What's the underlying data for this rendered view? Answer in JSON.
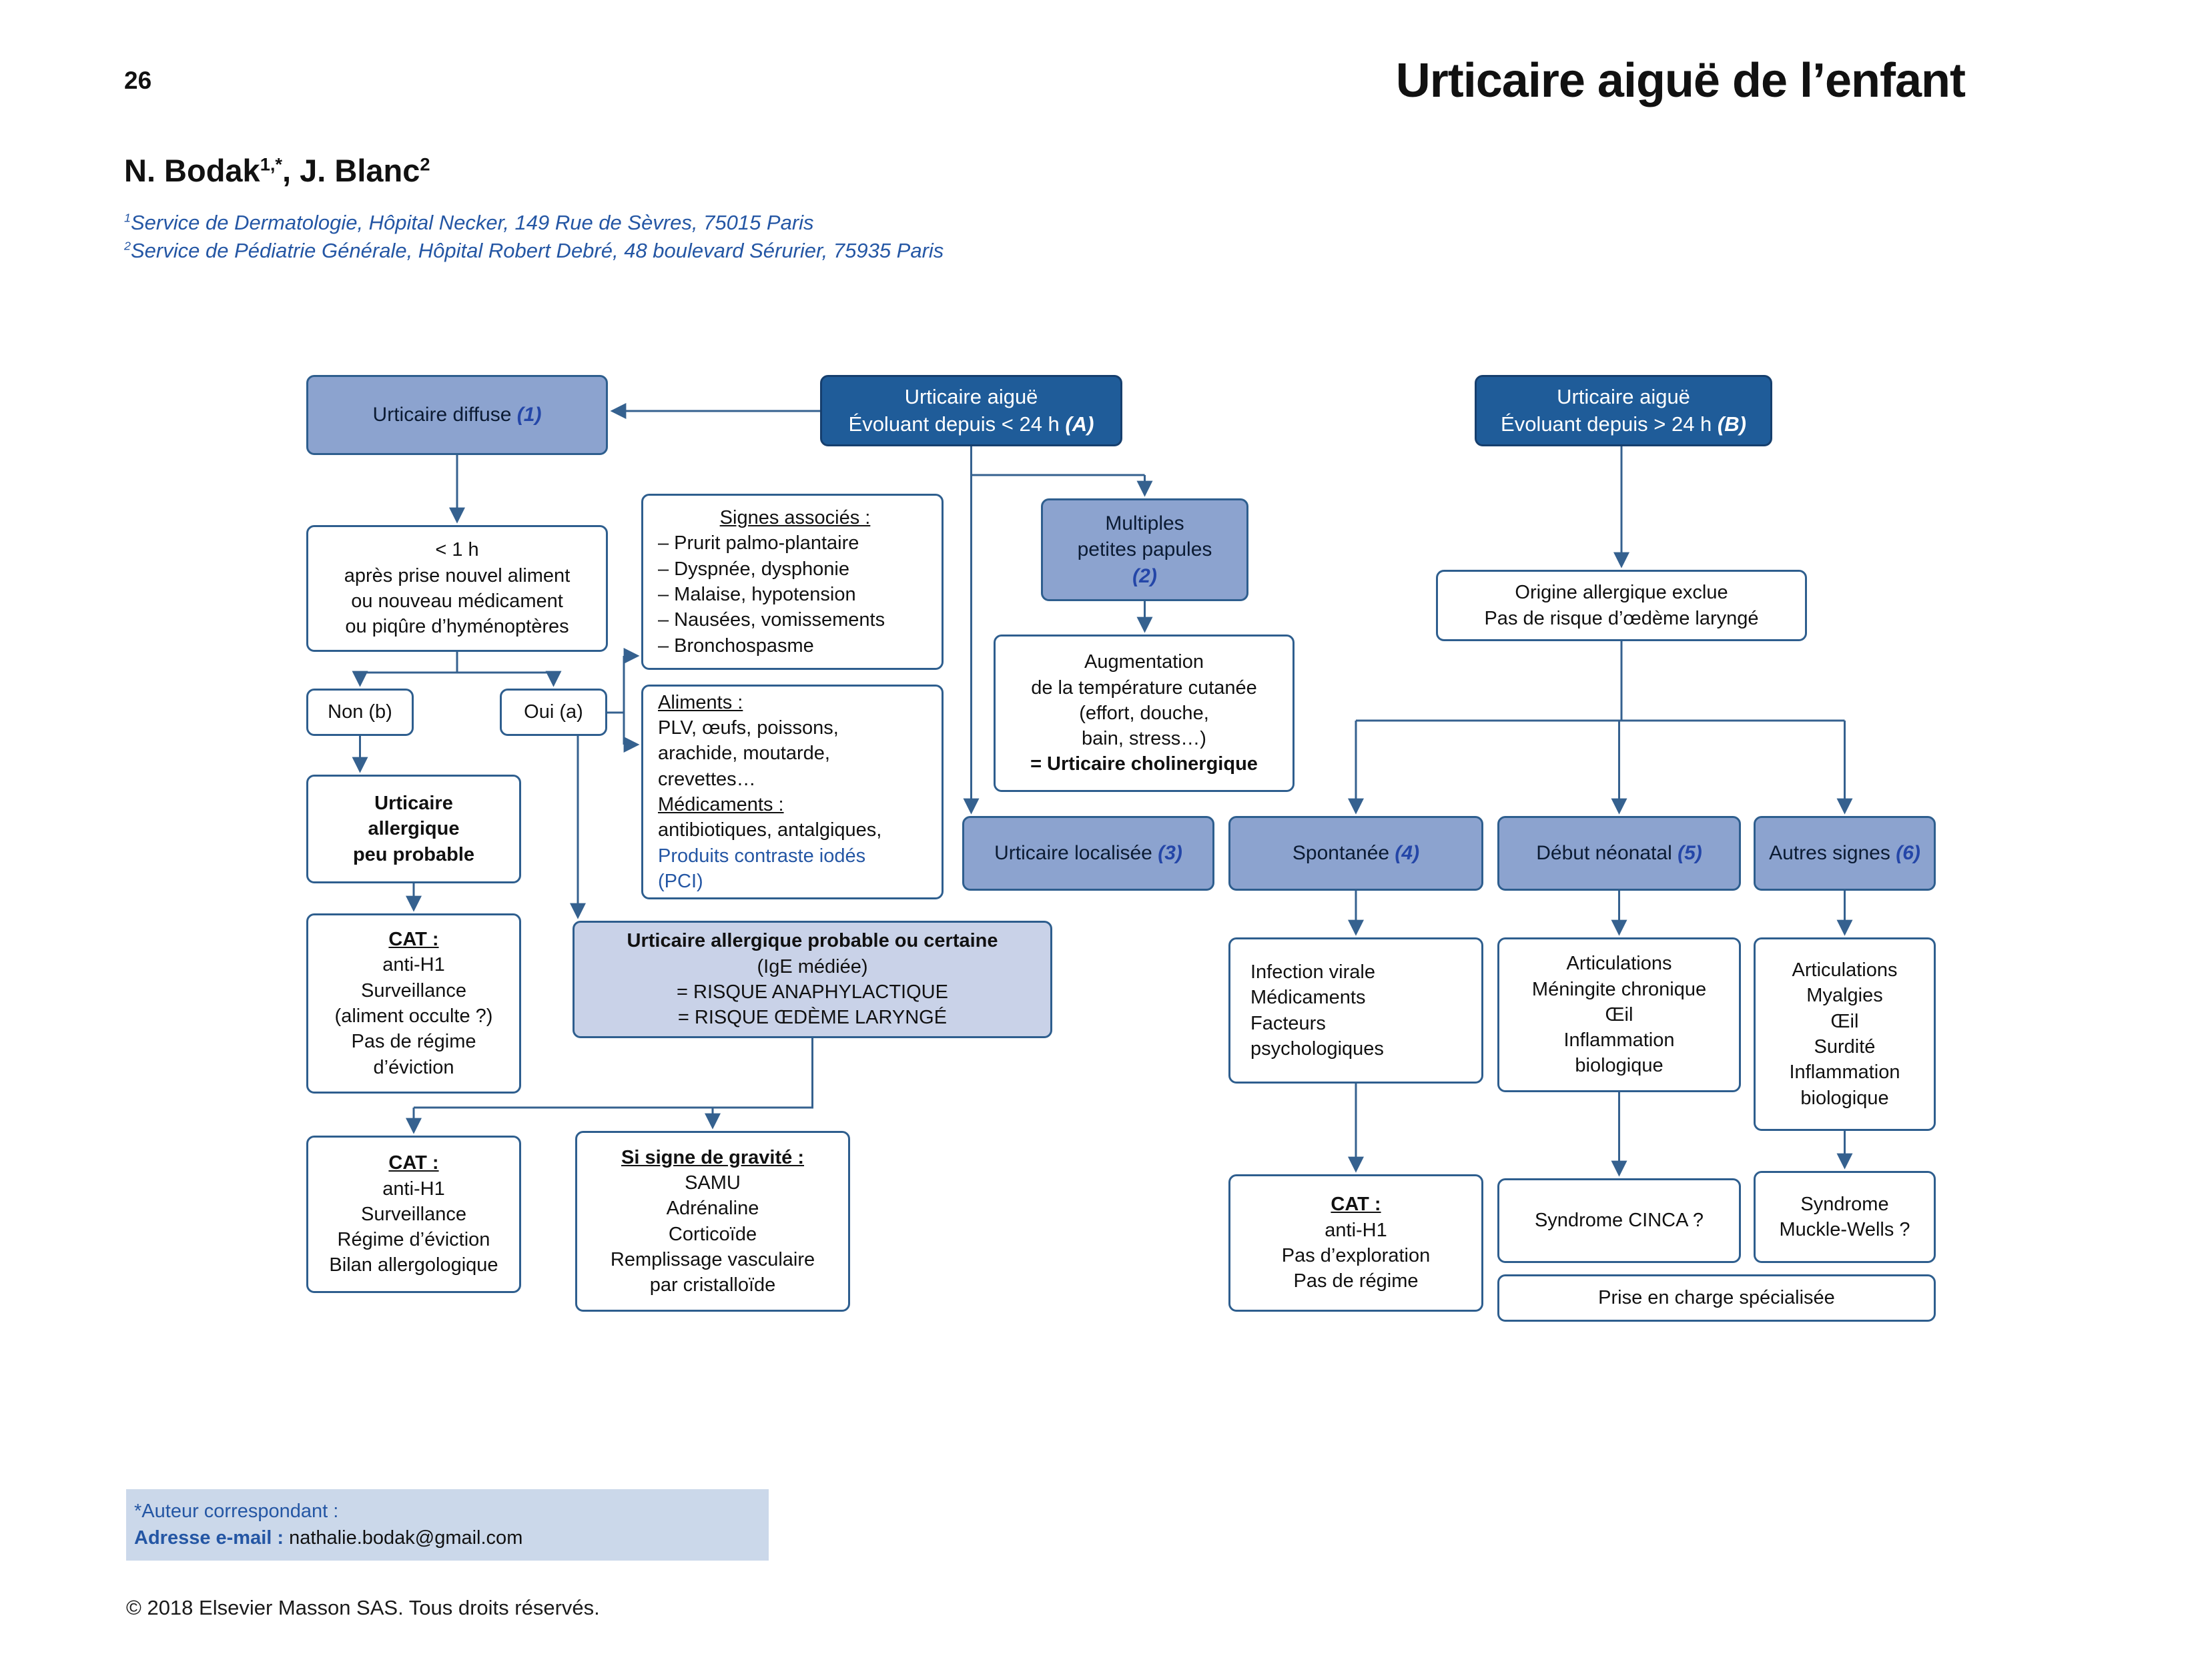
{
  "page": {
    "number": "26",
    "title": "Urticaire aiguë de l’enfant"
  },
  "authors": [
    {
      "name": "N. Bodak",
      "sup": "1,*"
    },
    {
      "name": ", J. Blanc",
      "sup": "2"
    }
  ],
  "affiliations": [
    {
      "sup": "1",
      "text": "Service de Dermatologie, Hôpital Necker, 149 Rue de Sèvres, 75015 Paris"
    },
    {
      "sup": "2",
      "text": "Service de Pédiatrie Générale, Hôpital Robert Debré, 48 boulevard Sérurier, 75935 Paris"
    }
  ],
  "colors": {
    "dark_blue": "#1F5C99",
    "medium_blue": "#8CA3CF",
    "light_blue": "#C9D2E8",
    "border_blue": "#2E5E8E",
    "accent_blue": "#2456A4",
    "footer_bg": "#CBD8EA"
  },
  "flowchart": {
    "urticaire_diffuse": {
      "label": "Urticaire diffuse",
      "ref": "(1)"
    },
    "aigue_moins_24h": {
      "line1": "Urticaire aiguë",
      "line2": "Évoluant depuis < 24 h",
      "ref": "(A)"
    },
    "aigue_plus_24h": {
      "line1": "Urticaire aiguë",
      "line2": "Évoluant depuis > 24 h",
      "ref": "(B)"
    },
    "moins_1h": {
      "lines": [
        "< 1 h",
        "après prise nouvel aliment",
        "ou nouveau médicament",
        "ou piqûre d’hyménoptères"
      ]
    },
    "signes_associes": {
      "title": "Signes associés :",
      "items": [
        "– Prurit palmo-plantaire",
        "– Dyspnée, dysphonie",
        "– Malaise, hypotension",
        "– Nausées, vomissements",
        "– Bronchospasme"
      ]
    },
    "multiples_papules": {
      "line1": "Multiples",
      "line2": "petites papules",
      "ref": "(2)"
    },
    "origine_exclue": {
      "line1": "Origine allergique exclue",
      "line2": "Pas de risque d’œdème laryngé"
    },
    "non": {
      "label": "Non (b)"
    },
    "oui": {
      "label": "Oui (a)"
    },
    "aliments": {
      "title1": "Aliments :",
      "a1": "PLV, œufs, poissons,",
      "a2": "arachide, moutarde,",
      "a3": "crevettes…",
      "title2": "Médicaments :",
      "m1": "antibiotiques, antalgiques,",
      "blue1": "Produits contraste iodés",
      "blue2": "(PCI)"
    },
    "cholinergique": {
      "lines": [
        "Augmentation",
        "de la température cutanée",
        "(effort, douche,",
        "bain, stress…)"
      ],
      "bold": "= Urticaire cholinergique"
    },
    "peu_probable": {
      "lines": [
        "Urticaire",
        "allergique",
        "peu probable"
      ]
    },
    "localisee": {
      "label": "Urticaire localisée",
      "ref": "(3)"
    },
    "spontanee": {
      "label": "Spontanée",
      "ref": "(4)"
    },
    "neonatal": {
      "label": "Début néonatal",
      "ref": "(5)"
    },
    "autres_signes": {
      "label": "Autres signes",
      "ref": "(6)"
    },
    "cat_surveillance": {
      "title": "CAT :",
      "lines": [
        "anti-H1",
        "Surveillance",
        "(aliment occulte ?)",
        "Pas de régime",
        "d’éviction"
      ]
    },
    "probable_certaine": {
      "bold": "Urticaire allergique probable ou certaine",
      "lines": [
        "(IgE médiée)",
        "= RISQUE ANAPHYLACTIQUE",
        "= RISQUE ŒDÈME LARYNGÉ"
      ]
    },
    "infection_virale": {
      "lines": [
        "Infection virale",
        "Médicaments",
        "Facteurs",
        "psychologiques"
      ]
    },
    "meningite": {
      "lines": [
        "Articulations",
        "Méningite chronique",
        "Œil",
        "Inflammation",
        "biologique"
      ]
    },
    "myalgies": {
      "lines": [
        "Articulations",
        "Myalgies",
        "Œil",
        "Surdité",
        "Inflammation",
        "biologique"
      ]
    },
    "cat_eviction": {
      "title": "CAT :",
      "lines": [
        "anti-H1",
        "Surveillance",
        "Régime d’éviction",
        "Bilan allergologique"
      ]
    },
    "gravite": {
      "title": "Si signe de gravité :",
      "lines": [
        "SAMU",
        "Adrénaline",
        "Corticoïde",
        "Remplissage vasculaire",
        "par cristalloïde"
      ]
    },
    "cat_anti_h1": {
      "title": "CAT :",
      "lines": [
        "anti-H1",
        "Pas d’exploration",
        "Pas de régime"
      ]
    },
    "cinca": {
      "label": "Syndrome CINCA ?"
    },
    "muckle": {
      "line1": "Syndrome",
      "line2": "Muckle-Wells ?"
    },
    "prise_en_charge": {
      "label": "Prise en charge spécialisée"
    }
  },
  "footer": {
    "correspondant": "*Auteur correspondant :",
    "email_label": "Adresse e-mail :",
    "email": "nathalie.bodak@gmail.com",
    "copyright": "© 2018 Elsevier Masson SAS. Tous droits réservés."
  }
}
